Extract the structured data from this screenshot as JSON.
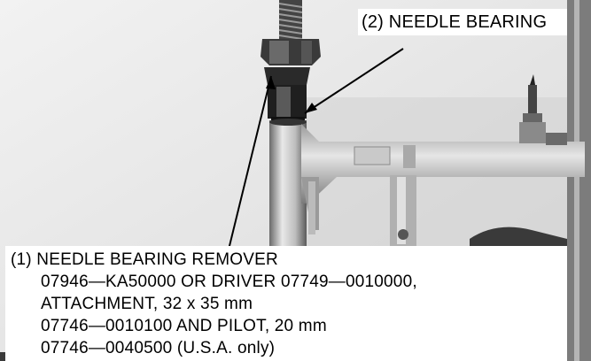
{
  "figure": {
    "callouts": [
      {
        "label": "(2) NEEDLE BEARING"
      },
      {
        "label": "(1) NEEDLE BEARING REMOVER",
        "lines": [
          "07946—KA50000 OR DRIVER 07749—0010000,",
          "ATTACHMENT, 32 x 35 mm",
          "07746—0010100 AND PILOT, 20 mm",
          "07746—0040500 (U.S.A. only)"
        ]
      }
    ]
  }
}
